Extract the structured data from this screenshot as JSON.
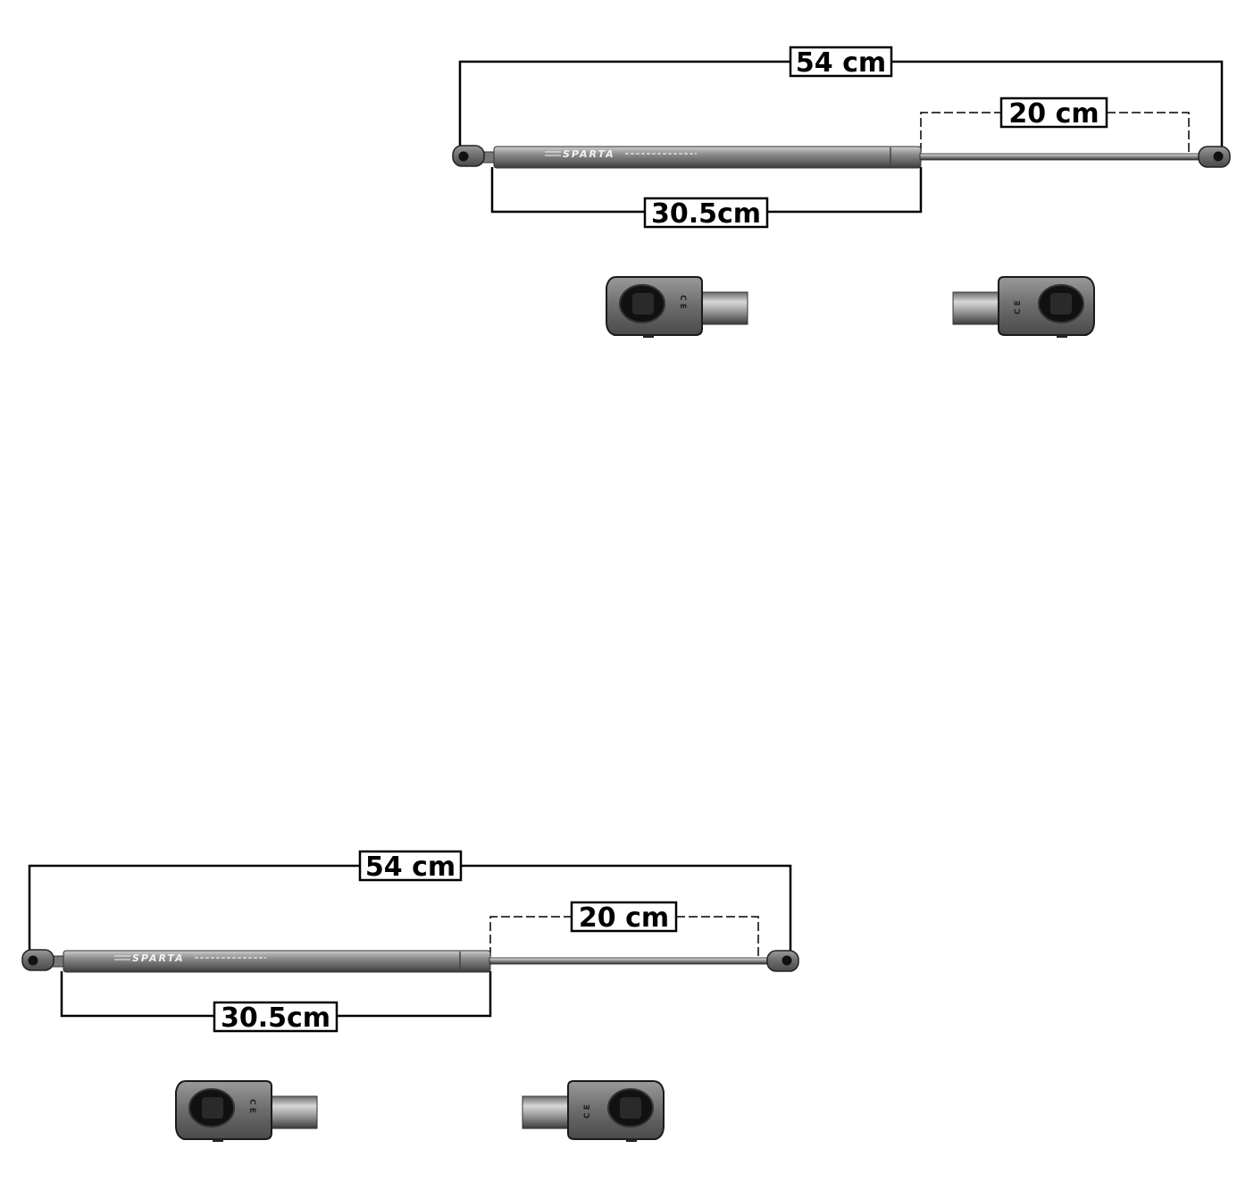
{
  "figure": {
    "background": "#ffffff",
    "colors": {
      "line": "#000000",
      "body": "#8a8a8a",
      "body_dark": "#555555",
      "rod": "#9a9a9a",
      "fitting": "#6e6e6e",
      "fitting_hole": "#1a1a1a"
    },
    "assemblies": [
      {
        "dimensions": {
          "overall": "54 cm",
          "rod": "20 cm",
          "body": "30.5cm"
        },
        "cylinder_logo": "SPARTA"
      },
      {
        "dimensions": {
          "overall": "54 cm",
          "rod": "20 cm",
          "body": "30.5cm"
        },
        "cylinder_logo": "SPARTA"
      }
    ]
  }
}
